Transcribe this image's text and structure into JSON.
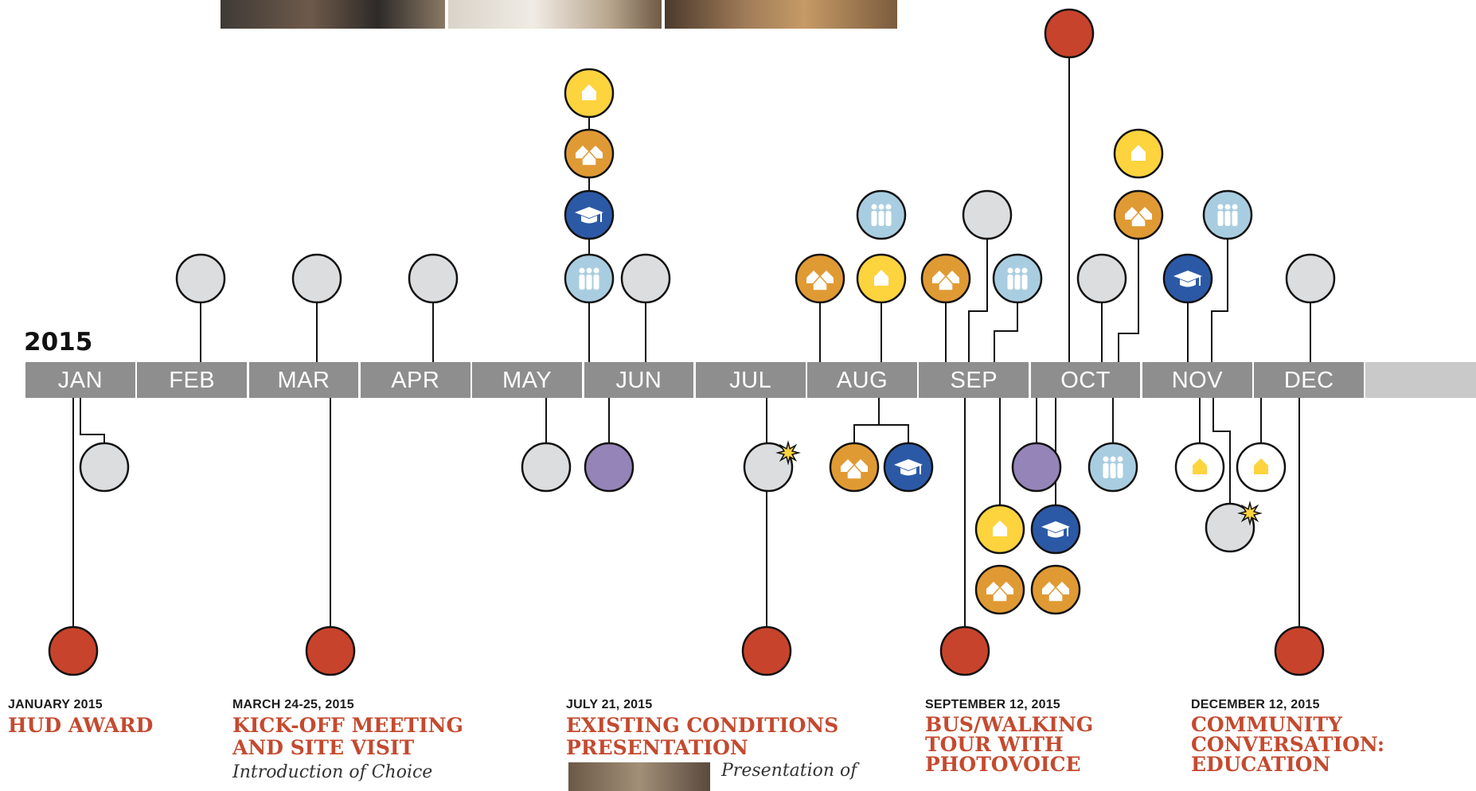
{
  "year": "2015",
  "months": [
    "JAN",
    "FEB",
    "MAR",
    "APR",
    "MAY",
    "JUN",
    "JUL",
    "AUG",
    "SEP",
    "OCT",
    "NOV",
    "DEC"
  ],
  "colors": {
    "bar": "#8e8e8e",
    "bar_tail": "#c9c9c9",
    "milestone": "#c8432b",
    "gray": "#dcdddf",
    "purple": "#9584b8",
    "orange": "#e09a34",
    "yellow": "#fdd33e",
    "lightblue": "#a9cde0",
    "navy": "#2c59a6",
    "accent_text": "#c44a2f"
  },
  "icon_legend": {
    "house-icon": "yellow",
    "houses-icon": "orange",
    "graduation-cap-icon": "navy",
    "people-icon": "lightblue",
    "asterisk-icon": "yellow star"
  },
  "events": [
    {
      "date": "JANUARY 2015",
      "title_lines": [
        "HUD AWARD"
      ],
      "description": ""
    },
    {
      "date": "MARCH 24-25, 2015",
      "title_lines": [
        "KICK-OFF MEETING",
        "AND SITE VISIT"
      ],
      "description": "Introduction of Choice"
    },
    {
      "date": "JULY 21, 2015",
      "title_lines": [
        "EXISTING CONDITIONS",
        "PRESENTATION"
      ],
      "description": "Presentation of"
    },
    {
      "date": "SEPTEMBER 12, 2015",
      "title_lines": [
        "BUS/WALKING",
        "TOUR WITH",
        "PHOTOVOICE"
      ],
      "description": ""
    },
    {
      "date": "DECEMBER 12, 2015",
      "title_lines": [
        "COMMUNITY",
        "CONVERSATION:",
        "EDUCATION"
      ],
      "description": ""
    }
  ]
}
